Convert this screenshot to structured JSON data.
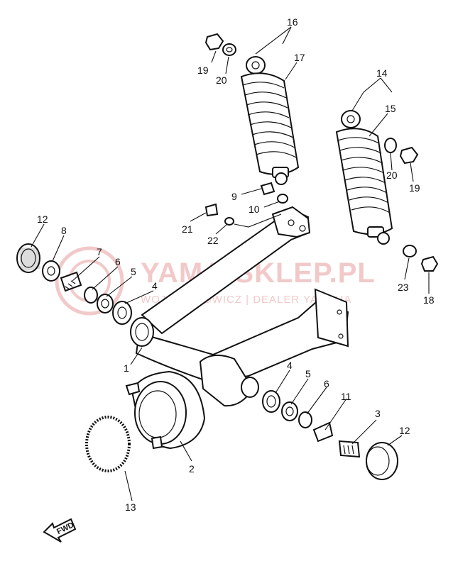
{
  "watermark": {
    "title": "YAMA-SKLEP.PL",
    "subtitle": "WOJCIECHOWICZ | DEALER YAMAHA",
    "color": "#f2c9c9"
  },
  "fwd_label": "FWD",
  "callouts": {
    "c1": "1",
    "c2": "2",
    "c3": "3",
    "c4a": "4",
    "c4b": "4",
    "c5a": "5",
    "c5b": "5",
    "c6a": "6",
    "c6b": "6",
    "c7": "7",
    "c8": "8",
    "c9": "9",
    "c10": "10",
    "c11": "11",
    "c12a": "12",
    "c12b": "12",
    "c13": "13",
    "c14": "14",
    "c15": "15",
    "c16": "16",
    "c17": "17",
    "c18": "18",
    "c19a": "19",
    "c19b": "19",
    "c20a": "20",
    "c20b": "20",
    "c21": "21",
    "c22": "22",
    "c23": "23"
  }
}
